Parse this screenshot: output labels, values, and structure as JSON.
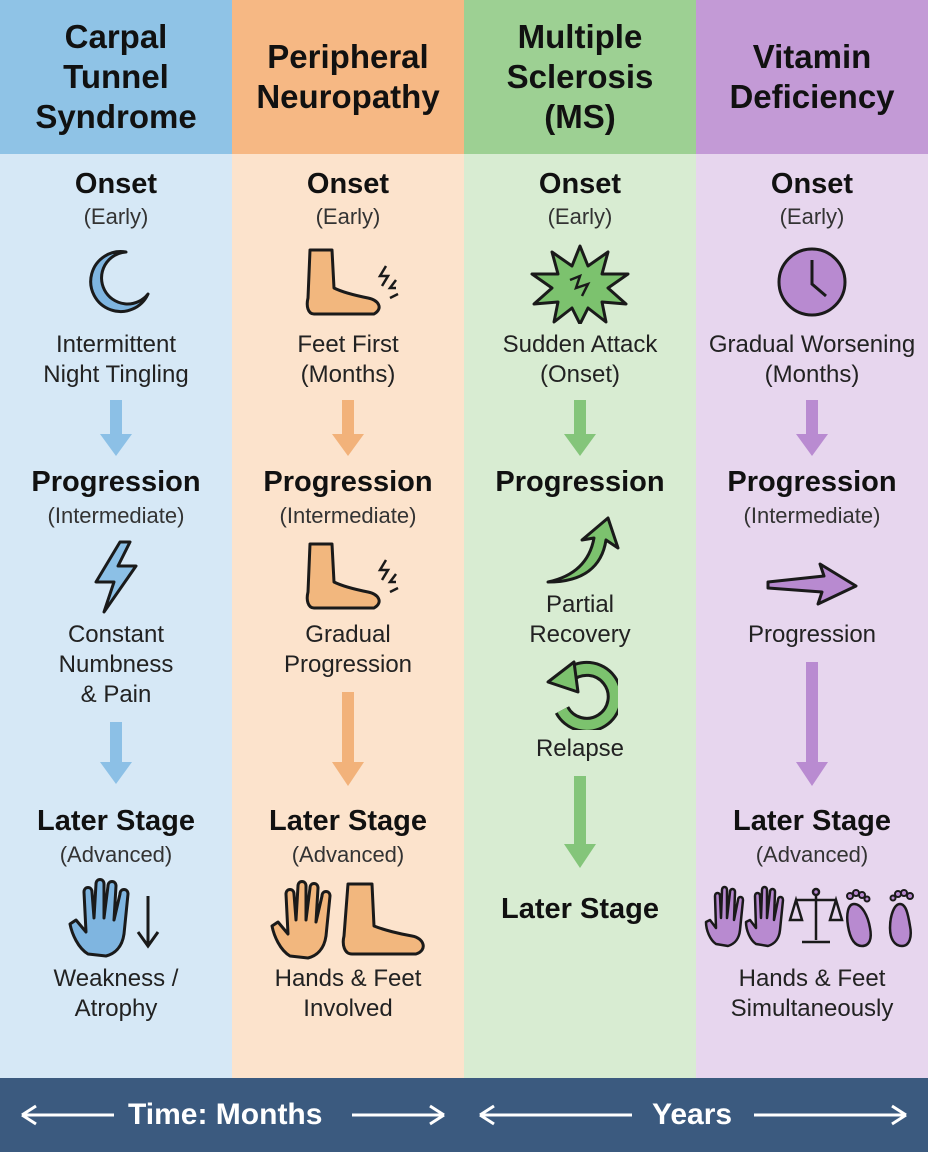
{
  "columns": [
    {
      "title_lines": [
        "Carpal",
        "Tunnel",
        "Syndrome"
      ],
      "onset": {
        "heading": "Onset",
        "sub": "(Early)",
        "desc": [
          "Intermittent",
          "Night Tingling"
        ],
        "icon": "moon-icon"
      },
      "progression": {
        "heading": "Progression",
        "sub": "(Intermediate)",
        "desc": [
          "Constant",
          "Numbness",
          "& Pain"
        ],
        "icon": "lightning-icon"
      },
      "later": {
        "heading": "Later Stage",
        "sub": "(Advanced)",
        "desc": [
          "Weakness /",
          "Atrophy"
        ],
        "icon": "hand-down-icon"
      },
      "color": "#5b9bd5"
    },
    {
      "title_lines": [
        "Peripheral",
        "Neuropathy"
      ],
      "onset": {
        "heading": "Onset",
        "sub": "(Early)",
        "desc": [
          "Feet First",
          "(Months)"
        ],
        "icon": "foot-tingle-icon"
      },
      "progression": {
        "heading": "Progression",
        "sub": "(Intermediate)",
        "desc": [
          "Gradual",
          "Progression"
        ],
        "icon": "foot-tingle-icon"
      },
      "later": {
        "heading": "Later Stage",
        "sub": "(Advanced)",
        "desc": [
          "Hands & Feet",
          "Involved"
        ],
        "icon": "hand-foot-icon"
      },
      "color": "#f0a868"
    },
    {
      "title_lines": [
        "Multiple",
        "Sclerosis",
        "(MS)"
      ],
      "onset": {
        "heading": "Onset",
        "sub": "(Early)",
        "desc": [
          "Sudden Attack",
          "(Onset)"
        ],
        "icon": "burst-icon"
      },
      "progression": {
        "heading": "Progression",
        "recovery": [
          "Partial",
          "Recovery"
        ],
        "relapse": "Relapse",
        "icon": "curved-arrow-icon"
      },
      "later": {
        "heading": "Later Stage"
      },
      "color": "#7cbf6e"
    },
    {
      "title_lines": [
        "Vitamin",
        "Deficiency"
      ],
      "onset": {
        "heading": "Onset",
        "sub": "(Early)",
        "desc": [
          "Gradual Worsening",
          "(Months)"
        ],
        "icon": "clock-icon"
      },
      "progression": {
        "heading": "Progression",
        "sub": "(Intermediate)",
        "desc": [
          "Progression"
        ],
        "icon": "right-arrow-icon"
      },
      "later": {
        "heading": "Later Stage",
        "sub": "(Advanced)",
        "desc": [
          "Hands & Feet",
          "Simultaneously"
        ],
        "icon": "hands-scale-feet-icon"
      },
      "color": "#a874c4"
    }
  ],
  "footer": {
    "left": "Time: Months",
    "right": "Years"
  }
}
